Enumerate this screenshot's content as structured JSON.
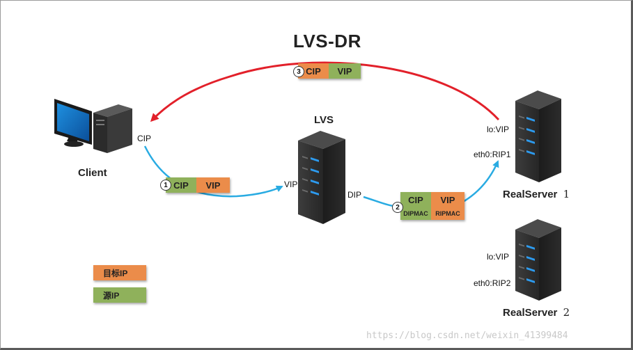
{
  "title": "LVS-DR",
  "client": {
    "label": "Client",
    "ip_label": "CIP"
  },
  "lvs": {
    "label": "LVS",
    "left_ip": "VIP",
    "right_ip": "DIP"
  },
  "realserver1": {
    "name": "RealServer",
    "number": "1",
    "lo": "lo:VIP",
    "eth0": "eth0:RIP1"
  },
  "realserver2": {
    "name": "RealServer",
    "number": "2",
    "lo": "lo:VIP",
    "eth0": "eth0:RIP2"
  },
  "packet1": {
    "step": "1",
    "src": "CIP",
    "dst": "VIP"
  },
  "packet2": {
    "step": "2",
    "src": "CIP",
    "dst": "VIP",
    "src_mac": "DIPMAC",
    "dst_mac": "RIPMAC"
  },
  "packet3": {
    "step": "3",
    "dst": "CIP",
    "src": "VIP"
  },
  "legend": {
    "dest_ip": "目标IP",
    "src_ip": "源IP"
  },
  "colors": {
    "dest_ip": "#eb8c4a",
    "src_ip": "#8fb15b",
    "request_arrow": "#29abe2",
    "response_arrow": "#e2202a"
  },
  "watermark": "https://blog.csdn.net/weixin_41399484"
}
